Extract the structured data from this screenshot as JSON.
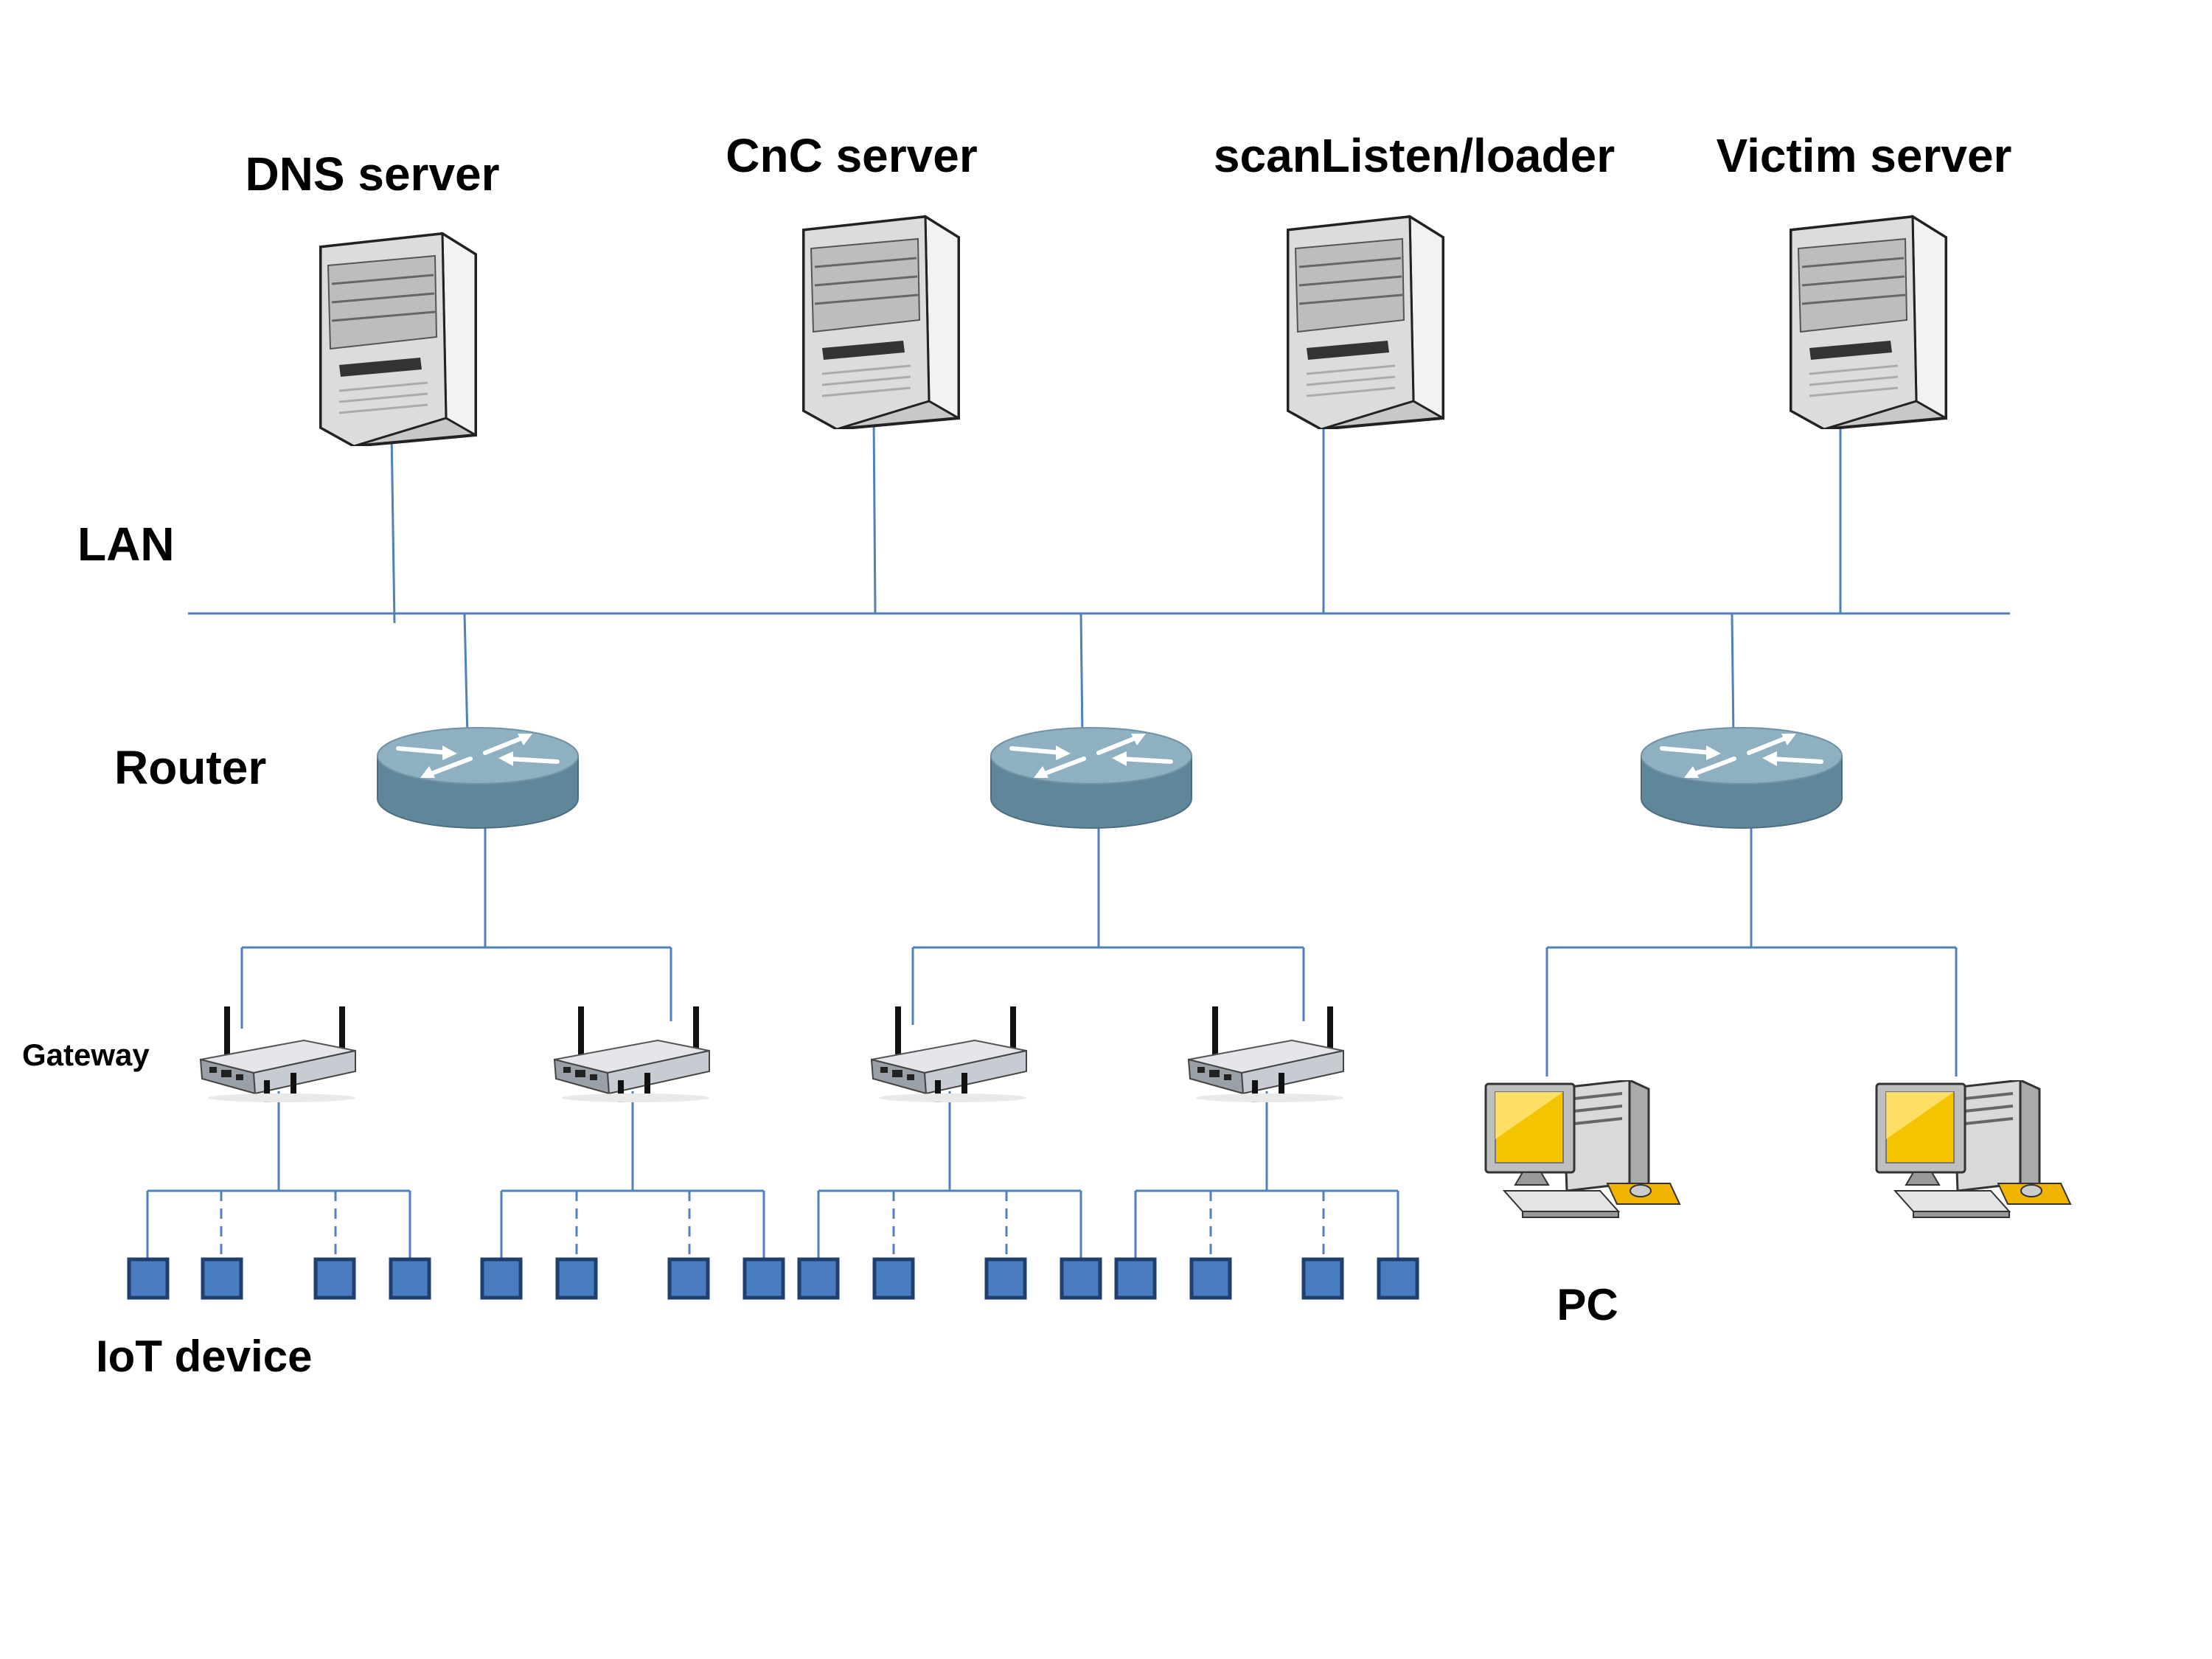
{
  "labels": {
    "servers": [
      "DNS server",
      "CnC server",
      "scanListen/loader",
      "Victim server"
    ],
    "lan": "LAN",
    "router": "Router",
    "gateway": "Gateway",
    "iot_device": "IoT device",
    "pc": "PC"
  },
  "colors": {
    "line": "#4f81bd",
    "iot_fill": "#4a7cc0",
    "iot_stroke": "#1f3f6e",
    "router_top": "#8fb0c1",
    "router_side": "#5f8799",
    "server_body": "#e6e6e6",
    "pc_screen": "#f5c400"
  },
  "icons": {
    "server": "server-tower-icon",
    "router": "router-icon",
    "gateway": "wireless-gateway-icon",
    "iot": "iot-device-square-icon",
    "pc": "desktop-computer-icon"
  }
}
